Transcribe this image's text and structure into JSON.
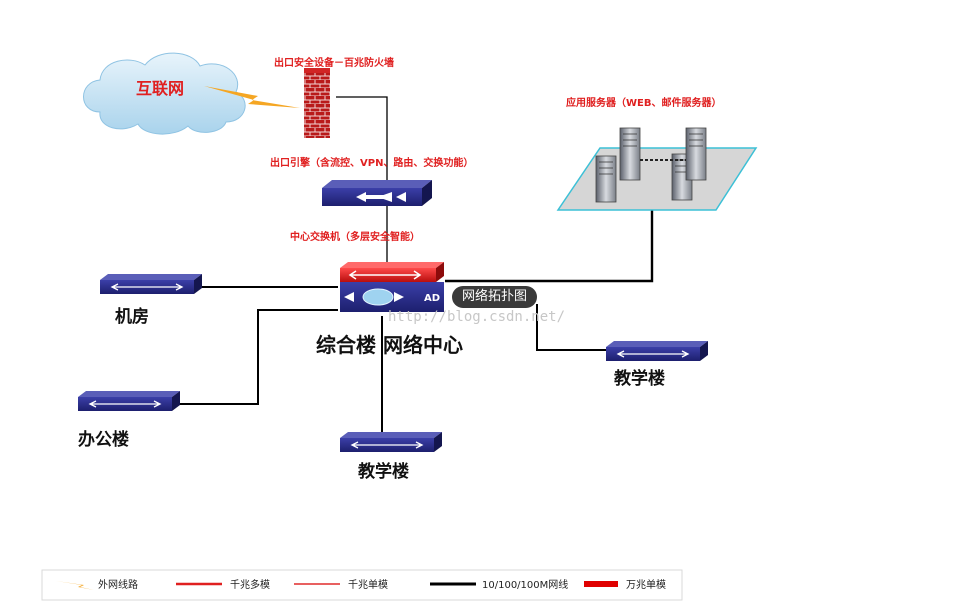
{
  "labels": {
    "internet": "互联网",
    "firewall": "出口安全设备－百兆防火墙",
    "egress_engine": "出口引擎（含流控、VPN、路由、交换功能）",
    "core_switch": "中心交换机（多层安全智能）",
    "app_servers": "应用服务器（WEB、邮件服务器）",
    "server_room": "机房",
    "office_building": "办公楼",
    "teaching_building_center": "教学楼",
    "teaching_building_right": "教学楼",
    "network_center": "综合楼 网络中心",
    "ad_badge": "AD",
    "watermark": "http://blog.csdn.net/"
  },
  "tooltip": "网络拓扑图",
  "legend": [
    {
      "label": "外网线路",
      "color": "#f5a623"
    },
    {
      "label": "千兆多模",
      "color": "#e02020"
    },
    {
      "label": "千兆单模",
      "color": "#e86060"
    },
    {
      "label": "10/100/100M网线",
      "color": "#000000"
    },
    {
      "label": "万兆单模",
      "color": "#e00000"
    }
  ]
}
